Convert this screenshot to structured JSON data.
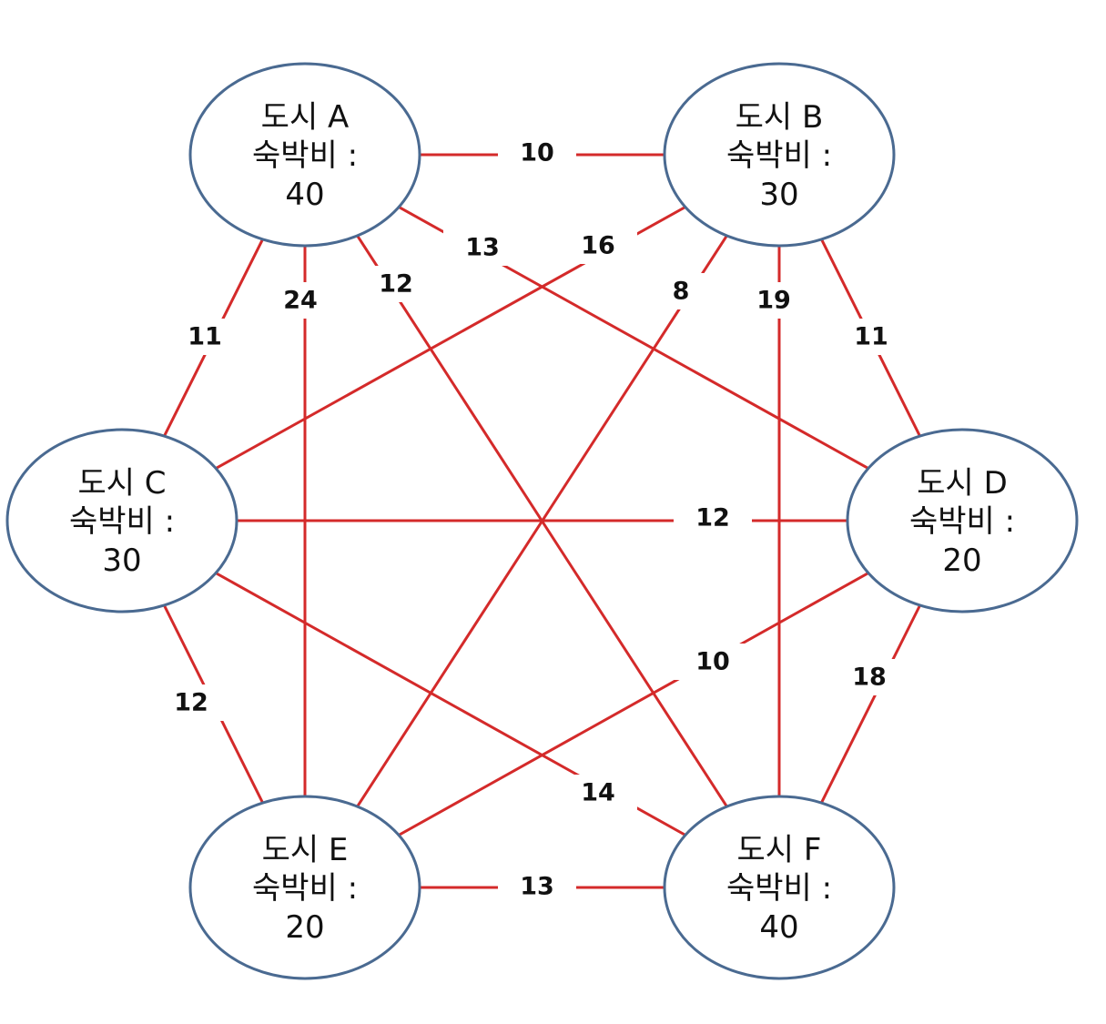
{
  "nodes": [
    {
      "id": "A",
      "name": "도시 A",
      "cost_label": "숙박비 :",
      "cost": "40"
    },
    {
      "id": "B",
      "name": "도시 B",
      "cost_label": "숙박비 :",
      "cost": "30"
    },
    {
      "id": "C",
      "name": "도시 C",
      "cost_label": "숙박비 :",
      "cost": "30"
    },
    {
      "id": "D",
      "name": "도시 D",
      "cost_label": "숙박비 :",
      "cost": "20"
    },
    {
      "id": "E",
      "name": "도시 E",
      "cost_label": "숙박비 :",
      "cost": "20"
    },
    {
      "id": "F",
      "name": "도시 F",
      "cost_label": "숙박비 :",
      "cost": "40"
    }
  ],
  "edges": [
    {
      "id": "AB",
      "from": "A",
      "to": "B",
      "weight": "10"
    },
    {
      "id": "AC",
      "from": "A",
      "to": "C",
      "weight": "11"
    },
    {
      "id": "AD",
      "from": "A",
      "to": "D",
      "weight": "13"
    },
    {
      "id": "AE",
      "from": "A",
      "to": "E",
      "weight": "24"
    },
    {
      "id": "AF",
      "from": "A",
      "to": "F",
      "weight": "12"
    },
    {
      "id": "BC",
      "from": "B",
      "to": "C",
      "weight": "16"
    },
    {
      "id": "BD",
      "from": "B",
      "to": "D",
      "weight": "11"
    },
    {
      "id": "BE",
      "from": "B",
      "to": "E",
      "weight": "8"
    },
    {
      "id": "BF",
      "from": "B",
      "to": "F",
      "weight": "19"
    },
    {
      "id": "CD",
      "from": "C",
      "to": "D",
      "weight": "12"
    },
    {
      "id": "CE",
      "from": "C",
      "to": "E",
      "weight": "12"
    },
    {
      "id": "CF",
      "from": "C",
      "to": "F",
      "weight": "14"
    },
    {
      "id": "DE",
      "from": "D",
      "to": "E",
      "weight": "10"
    },
    {
      "id": "DF",
      "from": "D",
      "to": "F",
      "weight": "18"
    },
    {
      "id": "EF",
      "from": "E",
      "to": "F",
      "weight": "13"
    }
  ],
  "colors": {
    "edge": "#d42a2a",
    "node_border": "#4a6a91"
  }
}
